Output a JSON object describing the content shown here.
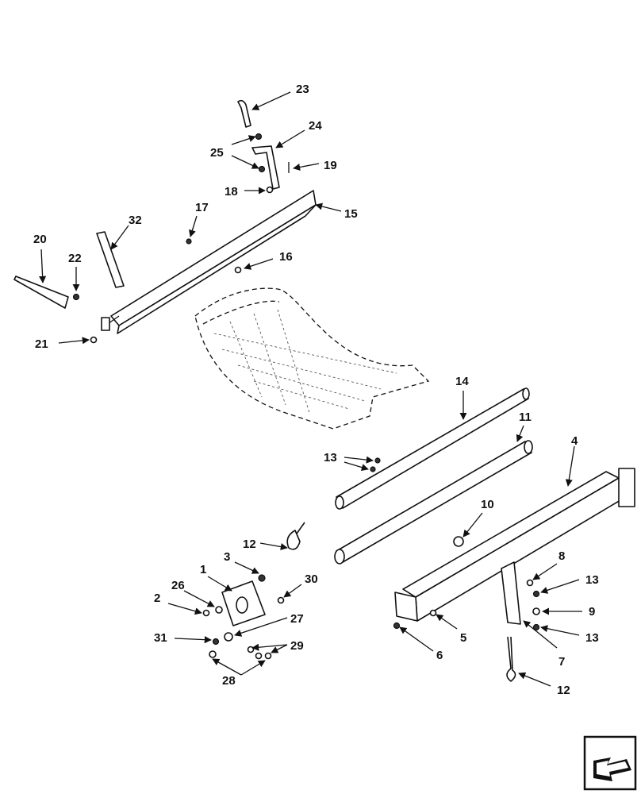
{
  "callouts": {
    "c1": "1",
    "c2": "2",
    "c3": "3",
    "c4": "4",
    "c5": "5",
    "c6": "6",
    "c7": "7",
    "c8": "8",
    "c9": "9",
    "c10": "10",
    "c11": "11",
    "c12a": "12",
    "c12b": "12",
    "c13a": "13",
    "c13b": "13",
    "c13c": "13",
    "c14": "14",
    "c15": "15",
    "c16": "16",
    "c17": "17",
    "c18": "18",
    "c19": "19",
    "c20": "20",
    "c21": "21",
    "c22": "22",
    "c23": "23",
    "c24": "24",
    "c25": "25",
    "c26": "26",
    "c27": "27",
    "c28": "28",
    "c29": "29",
    "c30": "30",
    "c31": "31",
    "c32": "32"
  },
  "icons": {
    "nav": "arrow-back-icon"
  }
}
